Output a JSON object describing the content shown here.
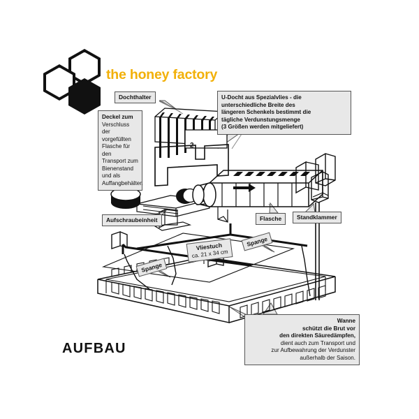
{
  "logo": {
    "brand_text": "the honey factory",
    "brand_color": "#F2B009",
    "hexagons": [
      "hex-outline-top",
      "hex-outline-left",
      "hex-solid-bottom"
    ]
  },
  "title": "AUFBAU",
  "callouts": {
    "dochthalter": {
      "label": "Dochthalter"
    },
    "deckel": {
      "lines": [
        "Deckel zum",
        "Verschluss der",
        "vorgefüllten",
        "Flasche für den",
        "Transport zum",
        "Bienenstand",
        "und als",
        "Auffangbehälter."
      ],
      "bold_lead": "Deckel"
    },
    "udocht": {
      "lines": [
        "U-Docht aus Spezialvlies - die",
        "unterschiedliche Breite des",
        "längeren Schenkels bestimmt die",
        "tägliche Verdunstungsmenge",
        "(3 Größen werden mitgeliefert)"
      ]
    },
    "aufschraubeinheit": {
      "label": "Aufschraubeinheit"
    },
    "flasche": {
      "label": "Flasche"
    },
    "standklammer": {
      "label": "Standklammer"
    },
    "vliestuch": {
      "label": "Vliestuch",
      "size": "ca. 21 x 34 cm"
    },
    "spange_left": {
      "label": "Spange"
    },
    "spange_right": {
      "label": "Spange"
    },
    "wanne": {
      "lines": [
        "Wanne",
        "schützt die Brut vor",
        "den direkten Säuredämpfen,",
        "dient auch zum Transport und",
        "zur Aufbewahrung der Verdunster",
        "außerhalb der Saison."
      ],
      "bold_count": 3
    }
  },
  "annotations": {
    "wick_number": "2"
  },
  "colors": {
    "line": "#111111",
    "callout_fill": "#e8e8e8",
    "callout_border": "#555555",
    "brand": "#F2B009",
    "background": "#ffffff"
  }
}
